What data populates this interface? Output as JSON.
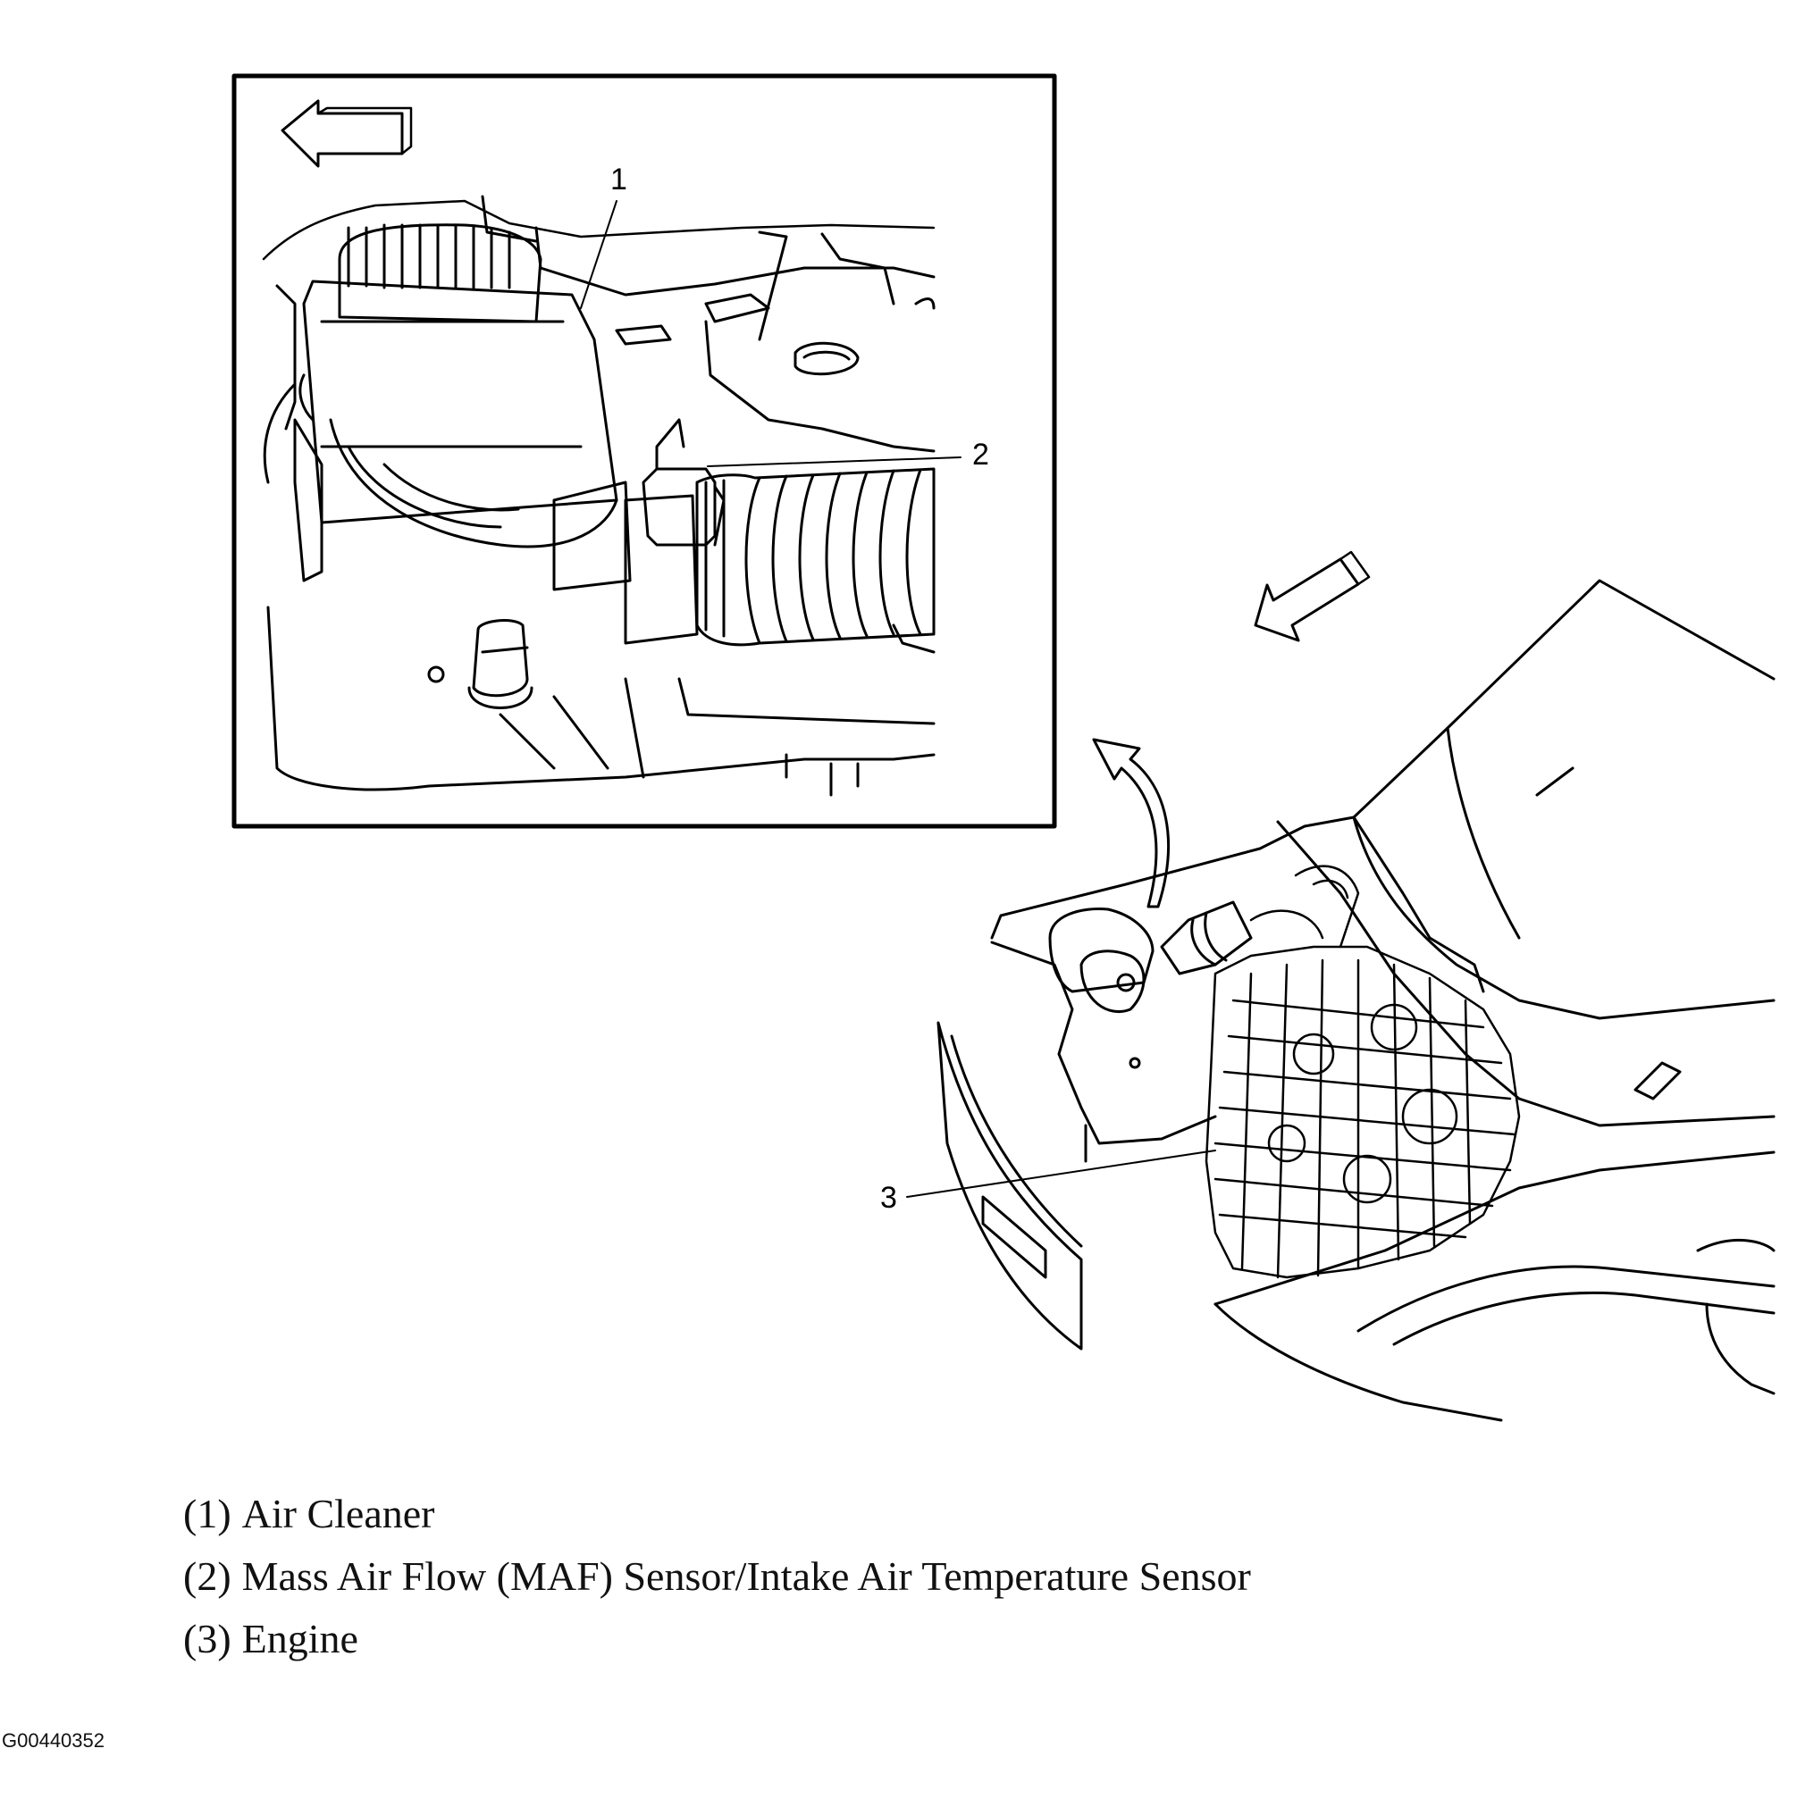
{
  "callouts": [
    {
      "number": "1"
    },
    {
      "number": "2"
    },
    {
      "number": "3"
    }
  ],
  "legend": [
    {
      "number": "(1)",
      "label": "Air Cleaner"
    },
    {
      "number": "(2)",
      "label": "Mass Air Flow (MAF) Sensor/Intake Air Temperature Sensor"
    },
    {
      "number": "(3)",
      "label": "Engine"
    }
  ],
  "figure_id": "G00440352",
  "icons": [
    "direction-arrow-icon",
    "curved-pointer-arrow-icon"
  ],
  "colors": {
    "ink": "#000000",
    "paper": "#ffffff"
  }
}
